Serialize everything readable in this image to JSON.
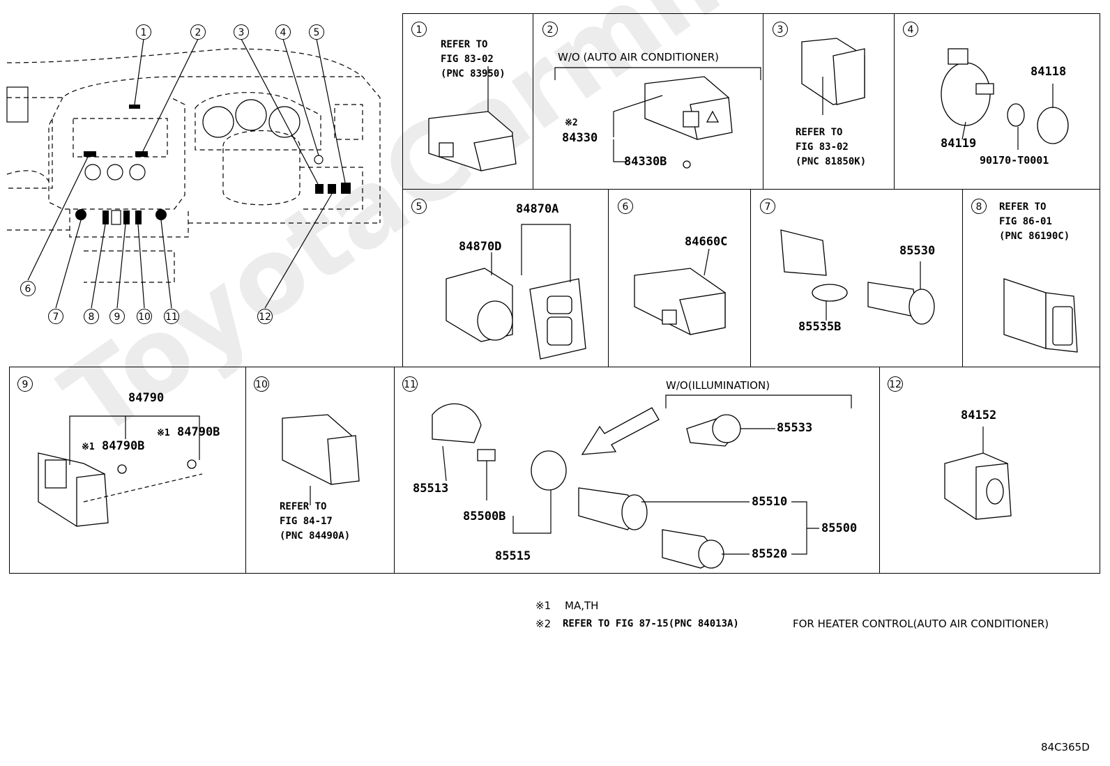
{
  "watermark": "ToyotaCarmine.ru",
  "diagram_code": "84C365D",
  "overview": {
    "callouts": [
      "1",
      "2",
      "3",
      "4",
      "5",
      "6",
      "7",
      "8",
      "9",
      "10",
      "11",
      "12"
    ]
  },
  "panels": {
    "p1": {
      "num": "1",
      "ref": "REFER TO\nFIG 83-02\n(PNC 83950)"
    },
    "p2": {
      "num": "2",
      "header": "W/O (AUTO AIR CONDITIONER)",
      "note_mark": "※2",
      "part_a": "84330",
      "part_b": "84330B"
    },
    "p3": {
      "num": "3",
      "ref": "REFER TO\nFIG 83-02\n(PNC 81850K)"
    },
    "p4": {
      "num": "4",
      "part_a": "84118",
      "part_b": "84119",
      "part_c": "90170-T0001"
    },
    "p5": {
      "num": "5",
      "part_a": "84870A",
      "part_b": "84870D"
    },
    "p6": {
      "num": "6",
      "part_a": "84660C"
    },
    "p7": {
      "num": "7",
      "part_a": "85530",
      "part_b": "85535B"
    },
    "p8": {
      "num": "8",
      "ref": "REFER TO\nFIG 86-01\n(PNC 86190C)"
    },
    "p9": {
      "num": "9",
      "part_a": "84790",
      "mark": "※1",
      "part_b": "84790B"
    },
    "p10": {
      "num": "10",
      "ref": "REFER TO\nFIG 84-17\n(PNC 84490A)"
    },
    "p11": {
      "num": "11",
      "header": "W/O(ILLUMINATION)",
      "parts": [
        "85533",
        "85513",
        "85500B",
        "85515",
        "85510",
        "85500",
        "85520"
      ]
    },
    "p12": {
      "num": "12",
      "part_a": "84152"
    }
  },
  "footnotes": {
    "n1_mark": "※1",
    "n1_text": "MA,TH",
    "n2_mark": "※2",
    "n2_bold": "REFER TO FIG 87-15(PNC 84013A)",
    "n2_text": "FOR HEATER CONTROL(AUTO AIR CONDITIONER)"
  }
}
